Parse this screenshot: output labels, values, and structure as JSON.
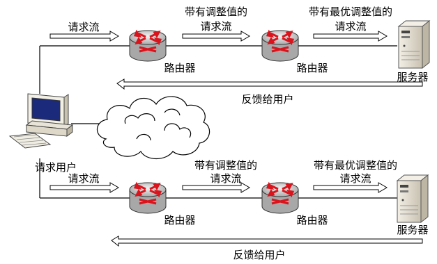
{
  "labels": {
    "request_flow": "请求流",
    "with_adjusted_value": "带有调整值的",
    "with_optimal_value": "带有最优调整值的",
    "router": "路由器",
    "server": "服务器",
    "feedback": "反馈给用户",
    "user": "请求用户"
  },
  "colors": {
    "router_arrow": "#d9141c",
    "router_body": "#cfcfcf",
    "server_body": "#e7e3da",
    "line": "#000000"
  }
}
